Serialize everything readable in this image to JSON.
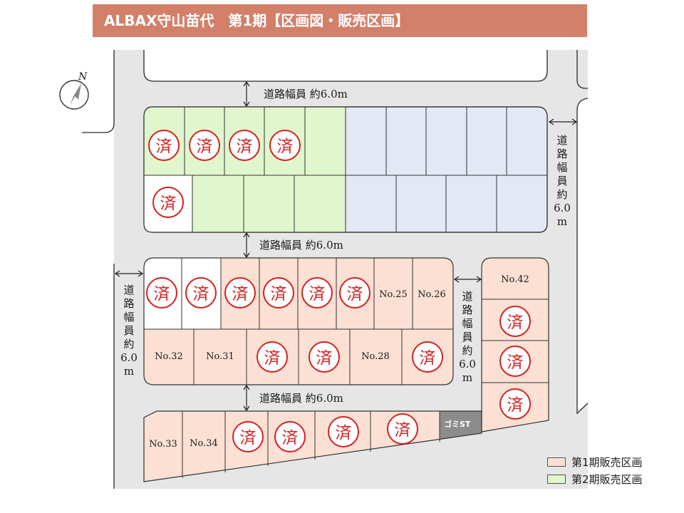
{
  "header": {
    "title": "ALBAX守山苗代　第1期【区画図・販売区画】"
  },
  "compass": {
    "label": "N"
  },
  "roads": {
    "top": "道路幅員 約6.0m",
    "middle": "道路幅員 約6.0m",
    "bottom": "道路幅員 約6.0m",
    "vertical_right": [
      "道",
      "路",
      "幅",
      "員",
      "約",
      "6.0",
      "m"
    ],
    "vertical_left": [
      "道",
      "路",
      "幅",
      "員",
      "約",
      "6.0",
      "m"
    ],
    "vertical_center": [
      "道",
      "路",
      "幅",
      "員",
      "約",
      "6.0",
      "m"
    ]
  },
  "sold_mark": "済",
  "lots": {
    "no25": "No.25",
    "no26": "No.26",
    "no28": "No.28",
    "no31": "No.31",
    "no32": "No.32",
    "no33": "No.33",
    "no34": "No.34",
    "no42": "No.42"
  },
  "garbage_station": "ゴミST",
  "legend": [
    {
      "label": "第1期販売区画",
      "color": "#fbe0d3"
    },
    {
      "label": "第2期販売区画",
      "color": "#e0f6cc"
    }
  ],
  "colors": {
    "phase1": "#fbe0d3",
    "phase2": "#e0f6cc",
    "future": "#e3e8f5",
    "road": "#e6e6e6",
    "sold_mark": "#d42020",
    "title_bar": "#d2806a",
    "garbage": "#8c8c8c"
  }
}
